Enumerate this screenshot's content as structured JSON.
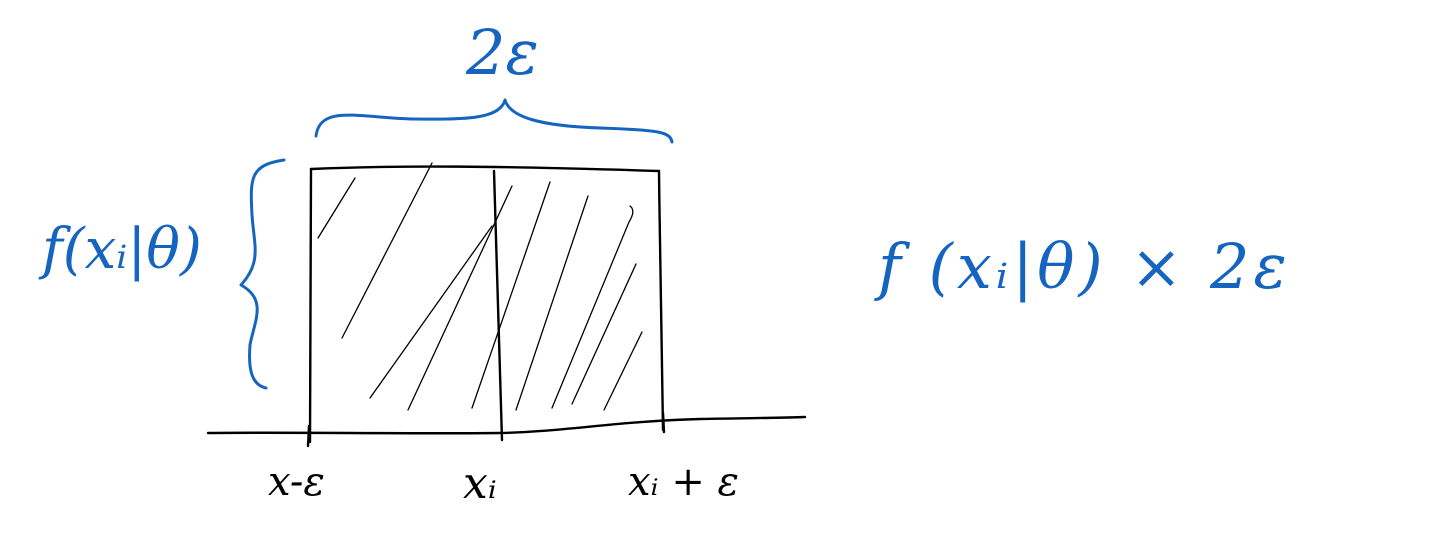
{
  "diagram": {
    "width_label": "2ε",
    "height_label": "f(xᵢ|θ)",
    "area_formula": "f (xᵢ|θ) × 2ε",
    "axis_ticks": {
      "left": "x-ε",
      "center": "xᵢ",
      "right": "xᵢ + ε"
    }
  },
  "colors": {
    "ink_black": "#000000",
    "ink_blue": "#1565c0",
    "background": "#ffffff"
  }
}
